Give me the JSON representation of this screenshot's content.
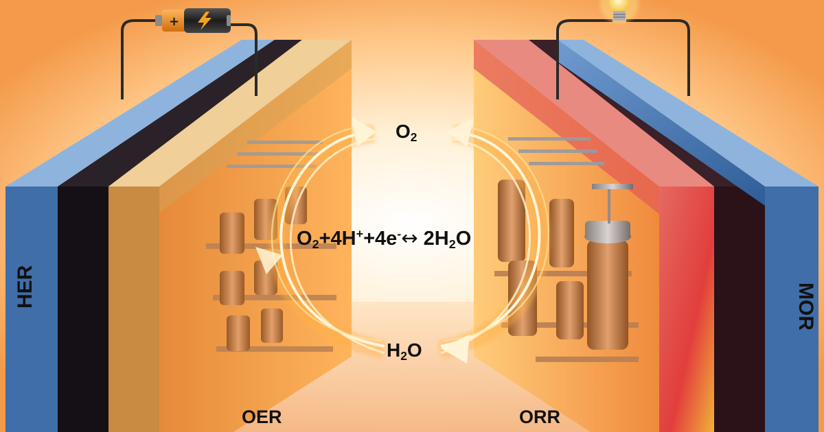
{
  "labels": {
    "her": "HER",
    "mor": "MOR",
    "oer": "OER",
    "orr": "ORR",
    "o2": {
      "main": "O",
      "sub": "2"
    },
    "h2o": {
      "a": "H",
      "sub": "2",
      "b": "O"
    },
    "equation": {
      "p1": "O",
      "s1": "2",
      "p2": "+4H",
      "sup1": "+",
      "p3": "+4e",
      "sup2": "-",
      "arrow": "↔",
      "p4": " 2H",
      "s2": "2",
      "p5": "O"
    }
  },
  "icons": {
    "battery": "battery-icon",
    "bolt": "lightning-bolt-icon",
    "bulb": "light-bulb-icon"
  },
  "colors": {
    "her_plate": "#3f6ea8",
    "mor_plate": "#3f6ea8",
    "membrane": "#1a1418",
    "oer_electrode": "#d8a462",
    "orr_electrode": "#e2524e",
    "glow": "#ffd27a",
    "battery_orange": "#f08a1e"
  }
}
